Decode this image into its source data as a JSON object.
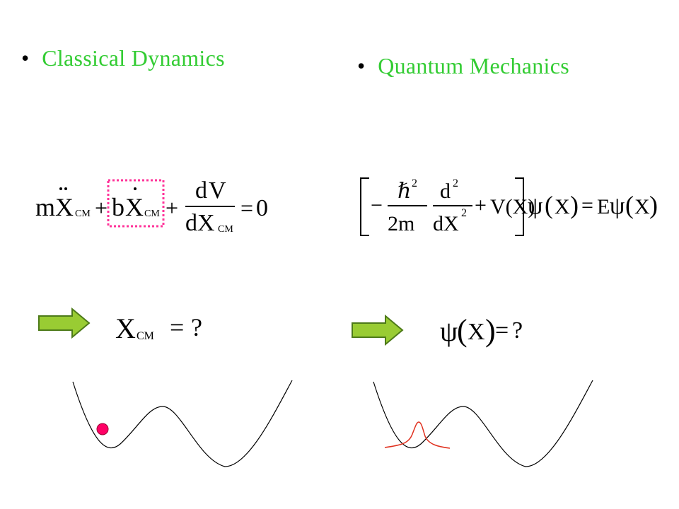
{
  "bullet": "•",
  "colors": {
    "heading": "#33cc33",
    "box": "#ff3399",
    "arrow_fill": "#99cc33",
    "arrow_stroke": "#4d7a19",
    "ball": "#ff0066",
    "wavepacket": "#e0301e",
    "curve": "#000000"
  },
  "left": {
    "heading": "Classical Dynamics",
    "equation": {
      "m": "m",
      "X": "X",
      "cm": "CM",
      "plus": "+",
      "b": "b",
      "dV_num_d": "d",
      "dV_num_V": "V",
      "dX_den": "dX",
      "equals": "=",
      "zero": "0"
    },
    "result": {
      "X": "X",
      "cm": "CM",
      "equals": "=",
      "q": "?"
    }
  },
  "right": {
    "heading": "Quantum Mechanics",
    "equation": {
      "minus": "−",
      "hbar": "ℏ",
      "sq": "2",
      "two_m": "2m",
      "d": "d",
      "dX": "dX",
      "plus": "+",
      "V": "V(X)",
      "psi": "ψ",
      "X": "X",
      "equals": "=",
      "E": "E"
    },
    "result": {
      "psi": "ψ",
      "X": "X",
      "equals": "=",
      "q": "?"
    }
  }
}
